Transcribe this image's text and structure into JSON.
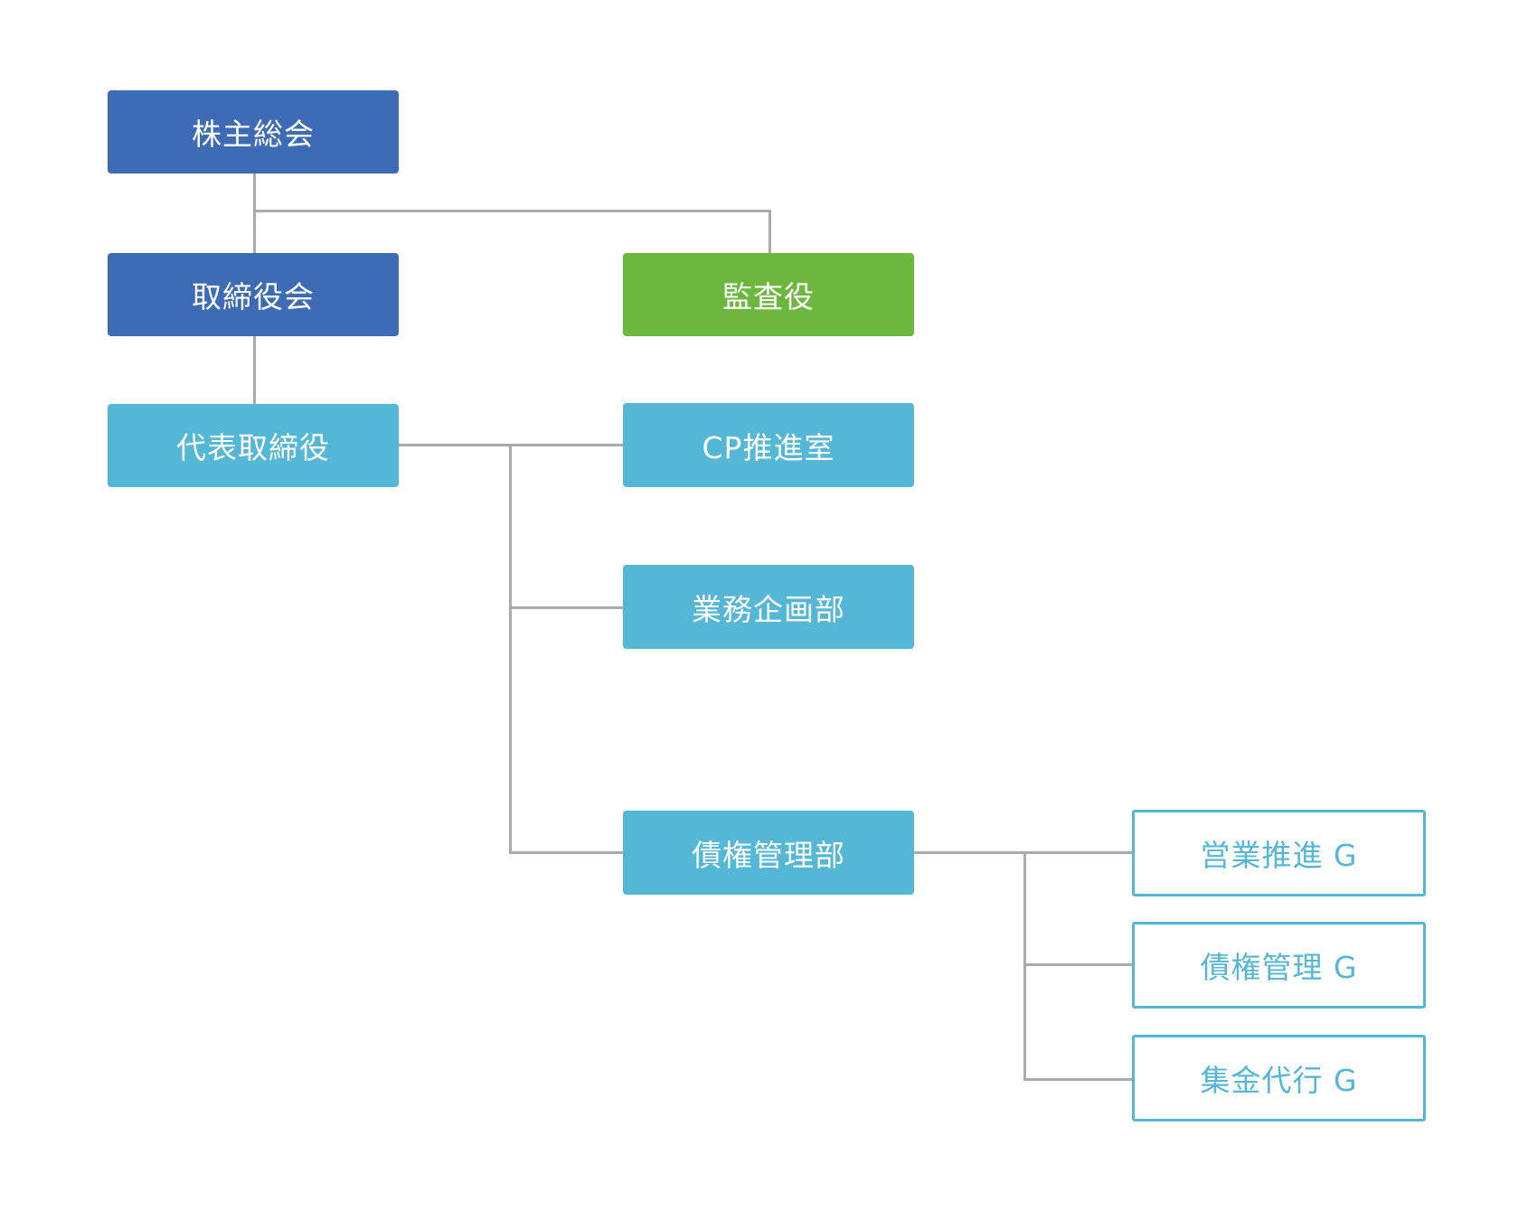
{
  "org_chart": {
    "shareholders_meeting": "株主総会",
    "board_of_directors": "取締役会",
    "auditor": "監査役",
    "representative_director": "代表取締役",
    "cp_promotion_office": "CP推進室",
    "business_planning_dept": "業務企画部",
    "credit_management_dept": "債権管理部",
    "groups": {
      "sales_promotion": "営業推進 G",
      "credit_management": "債権管理 G",
      "collection_agency": "集金代行 G"
    }
  },
  "colors": {
    "dark_blue": "#3e6bb6",
    "green": "#6cb83f",
    "light_blue": "#54b7d6",
    "connector": "#aaaaaa",
    "box_text": "#ffffff"
  }
}
